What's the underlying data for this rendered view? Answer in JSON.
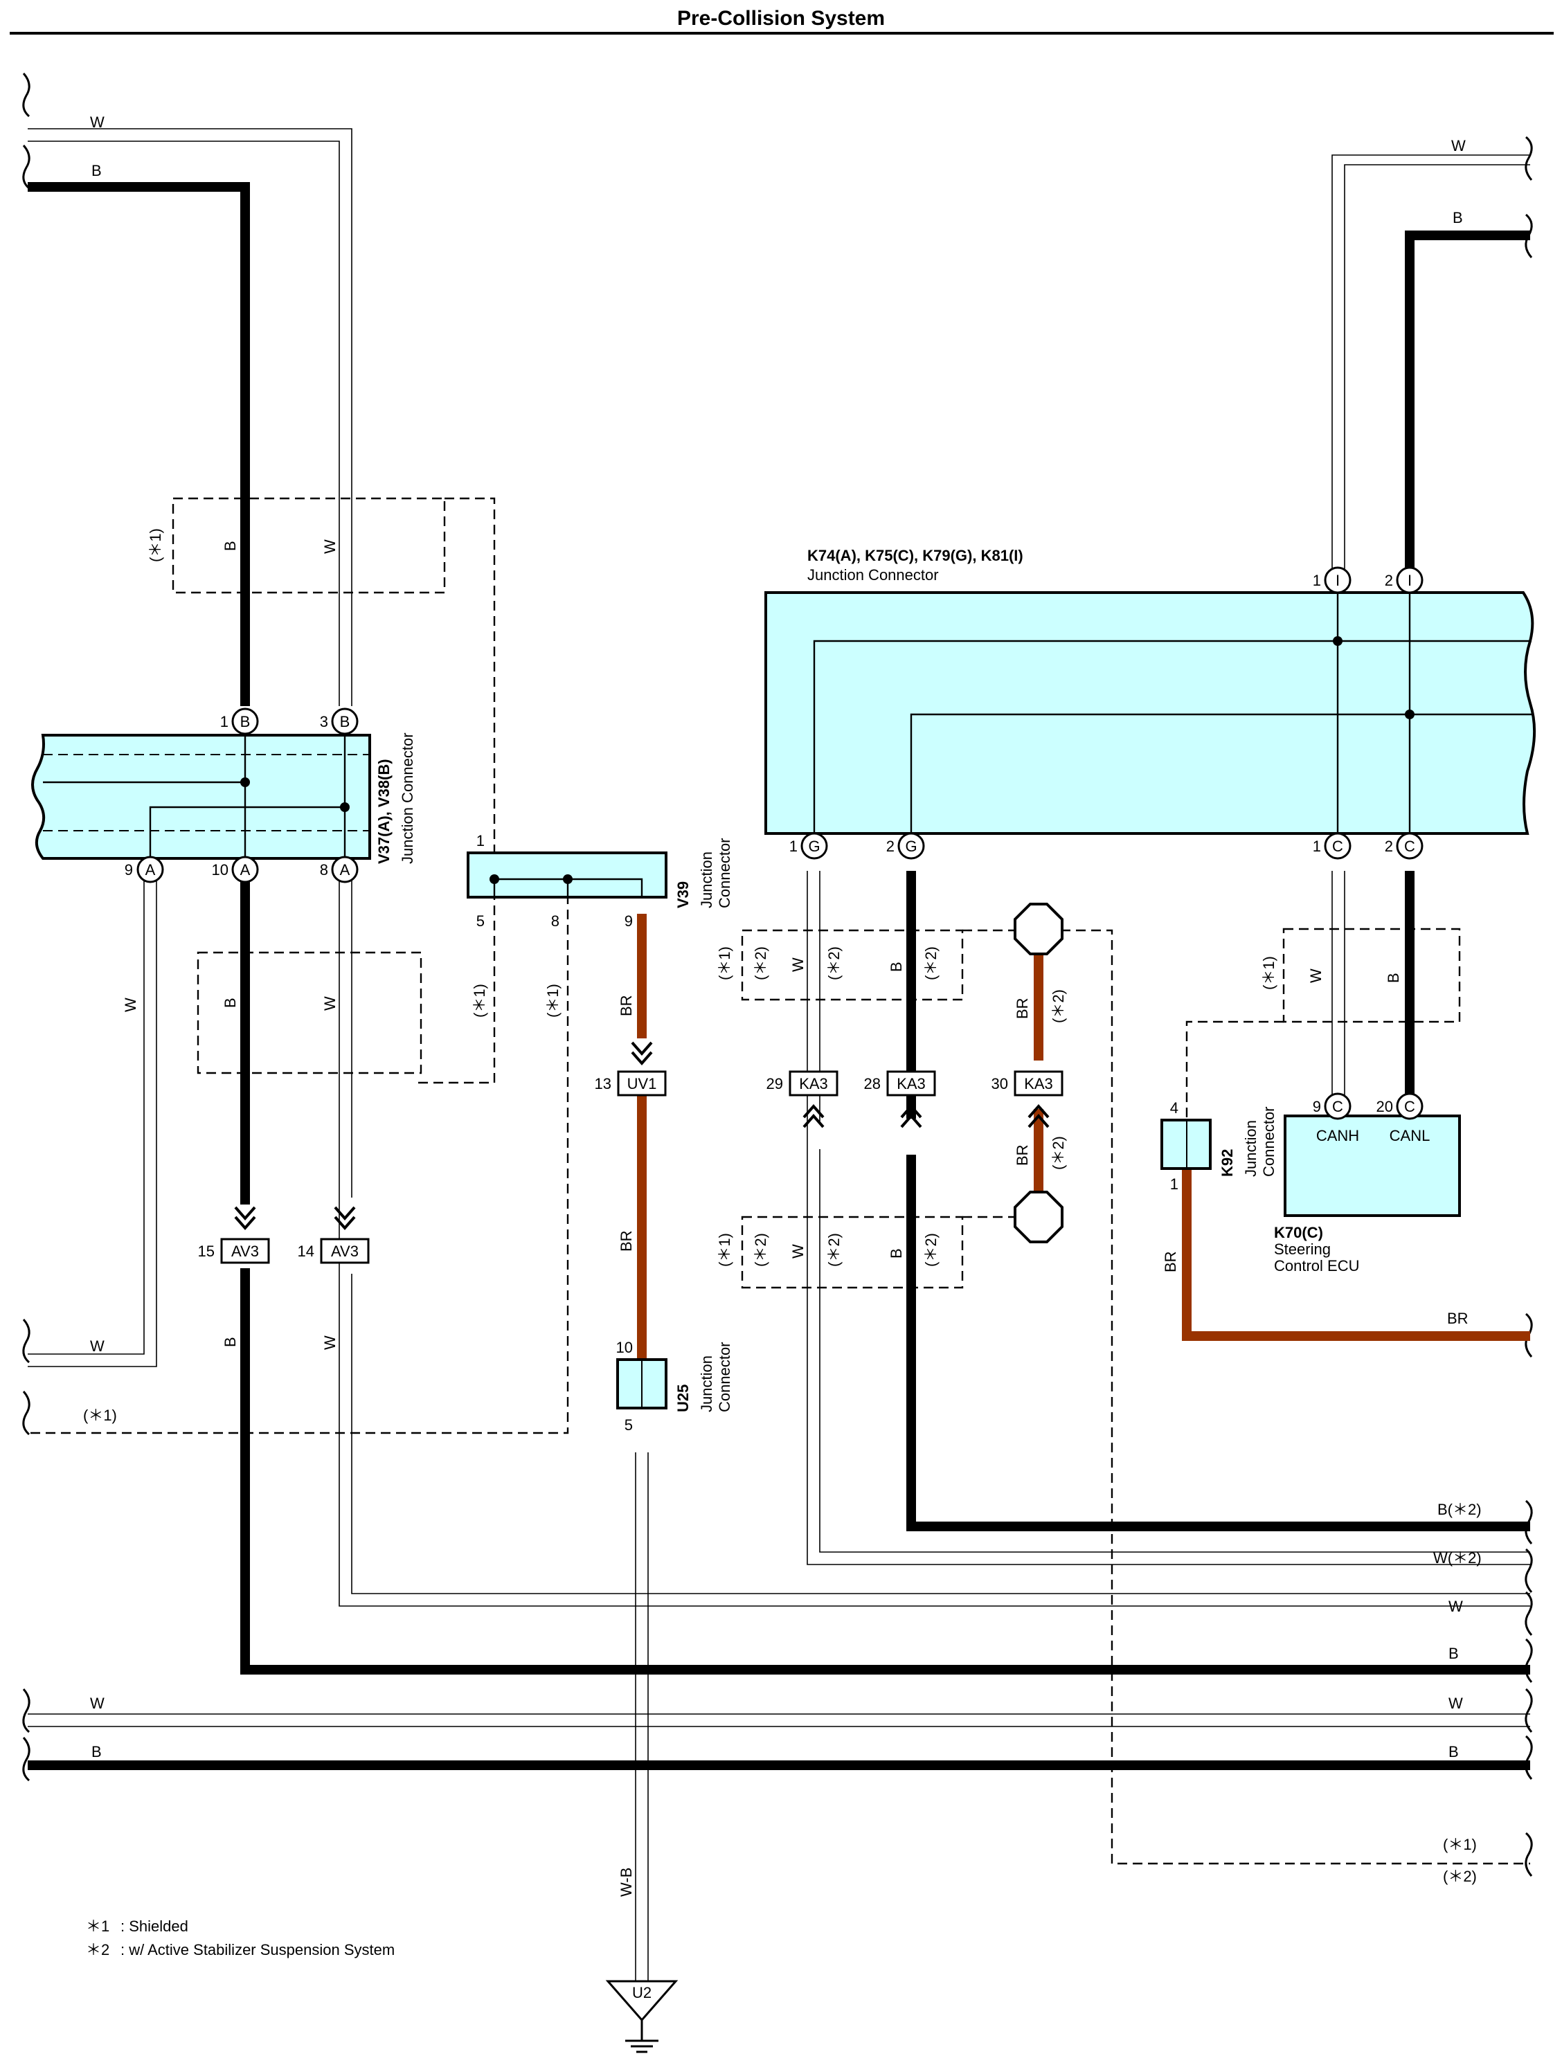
{
  "title": "Pre-Collision System",
  "colors": {
    "connector_fill": "#ccffff",
    "wire_black": "#000000",
    "wire_white": "#ffffff",
    "wire_brown": "#993300",
    "line": "#000000"
  },
  "wire_colors": {
    "white": "W",
    "black": "B",
    "brown": "BR",
    "white_black": "W-B",
    "black_opt2": "B(*2)",
    "white_opt2": "W(*2)",
    "opt1": "(*1)",
    "opt2": "(*2)"
  },
  "connectors": {
    "v37_v38": {
      "code": "V37(A), V38(B)",
      "name": "Junction Connector",
      "top_pins": [
        {
          "num": "1",
          "code": "B"
        },
        {
          "num": "3",
          "code": "B"
        }
      ],
      "bottom_pins": [
        {
          "num": "9",
          "code": "A"
        },
        {
          "num": "10",
          "code": "A"
        },
        {
          "num": "8",
          "code": "A"
        }
      ]
    },
    "v39": {
      "code": "V39",
      "name": "Junction Connector",
      "pins": [
        "1",
        "5",
        "8",
        "9"
      ]
    },
    "u25": {
      "code": "U25",
      "name": "Junction Connector",
      "pins": [
        "10",
        "5"
      ]
    },
    "k74": {
      "code": "K74(A), K75(C), K79(G), K81(I)",
      "name": "Junction Connector",
      "top_pins": [
        {
          "num": "1",
          "code": "I"
        },
        {
          "num": "2",
          "code": "I"
        }
      ],
      "bottom_pins": [
        {
          "num": "1",
          "code": "G"
        },
        {
          "num": "2",
          "code": "G"
        },
        {
          "num": "1",
          "code": "C"
        },
        {
          "num": "2",
          "code": "C"
        }
      ]
    },
    "k92": {
      "code": "K92",
      "name": "Junction Connector",
      "pins": [
        "4",
        "1"
      ]
    },
    "k70": {
      "code": "K70(C)",
      "name": "Steering Control ECU",
      "name_l1": "Steering",
      "name_l2": "Control ECU",
      "pins": [
        {
          "num": "9",
          "code": "C",
          "label": "CANH"
        },
        {
          "num": "20",
          "code": "C",
          "label": "CANL"
        }
      ]
    }
  },
  "inline_connectors": [
    {
      "num": "15",
      "code": "AV3"
    },
    {
      "num": "14",
      "code": "AV3"
    },
    {
      "num": "13",
      "code": "UV1"
    },
    {
      "num": "29",
      "code": "KA3"
    },
    {
      "num": "28",
      "code": "KA3"
    },
    {
      "num": "30",
      "code": "KA3"
    }
  ],
  "ground": {
    "code": "U2"
  },
  "notes": [
    {
      "mark": "＊1",
      "text": ": Shielded"
    },
    {
      "mark": "＊2",
      "text": ": w/ Active Stabilizer Suspension System"
    }
  ],
  "opt1_label": "(＊1)",
  "opt2_label": "(＊2)",
  "b_opt2_label": "B(＊2)",
  "w_opt2_label": "W(＊2)"
}
